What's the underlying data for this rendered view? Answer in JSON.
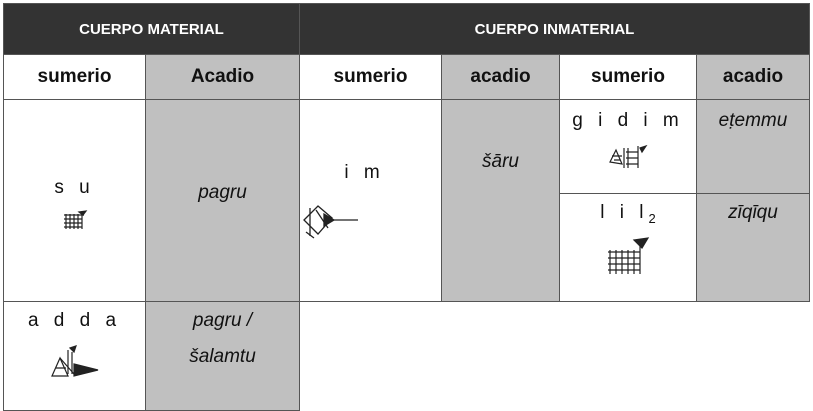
{
  "header": {
    "material": "CUERPO MATERIAL",
    "inmaterial": "CUERPO INMATERIAL"
  },
  "subheaders": [
    "sumerio",
    "Acadio",
    "sumerio",
    "acadio",
    "sumerio",
    "acadio"
  ],
  "rows": {
    "su": {
      "sumerian": "s u",
      "akkadian": "pagru",
      "sign_icon": "cuneiform-su-icon"
    },
    "im": {
      "sumerian": "i m",
      "akkadian": "šāru",
      "sign_icon": "cuneiform-im-icon"
    },
    "gidim": {
      "sumerian": "g i d i m",
      "akkadian": "eṭemmu",
      "sign_icon": "cuneiform-gidim-icon"
    },
    "lil": {
      "sumerian": "l i l",
      "index": "2",
      "akkadian": "zīqīqu",
      "sign_icon": "cuneiform-lil2-icon"
    },
    "adda": {
      "sumerian": "a d d a",
      "akkadian_line1": "pagru /",
      "akkadian_line2": "šalamtu",
      "sign_icon": "cuneiform-adda-icon"
    }
  },
  "colors": {
    "header_bg": "#333333",
    "header_text": "#ffffff",
    "gray_fill": "#c0c0c0",
    "border": "#555555"
  }
}
